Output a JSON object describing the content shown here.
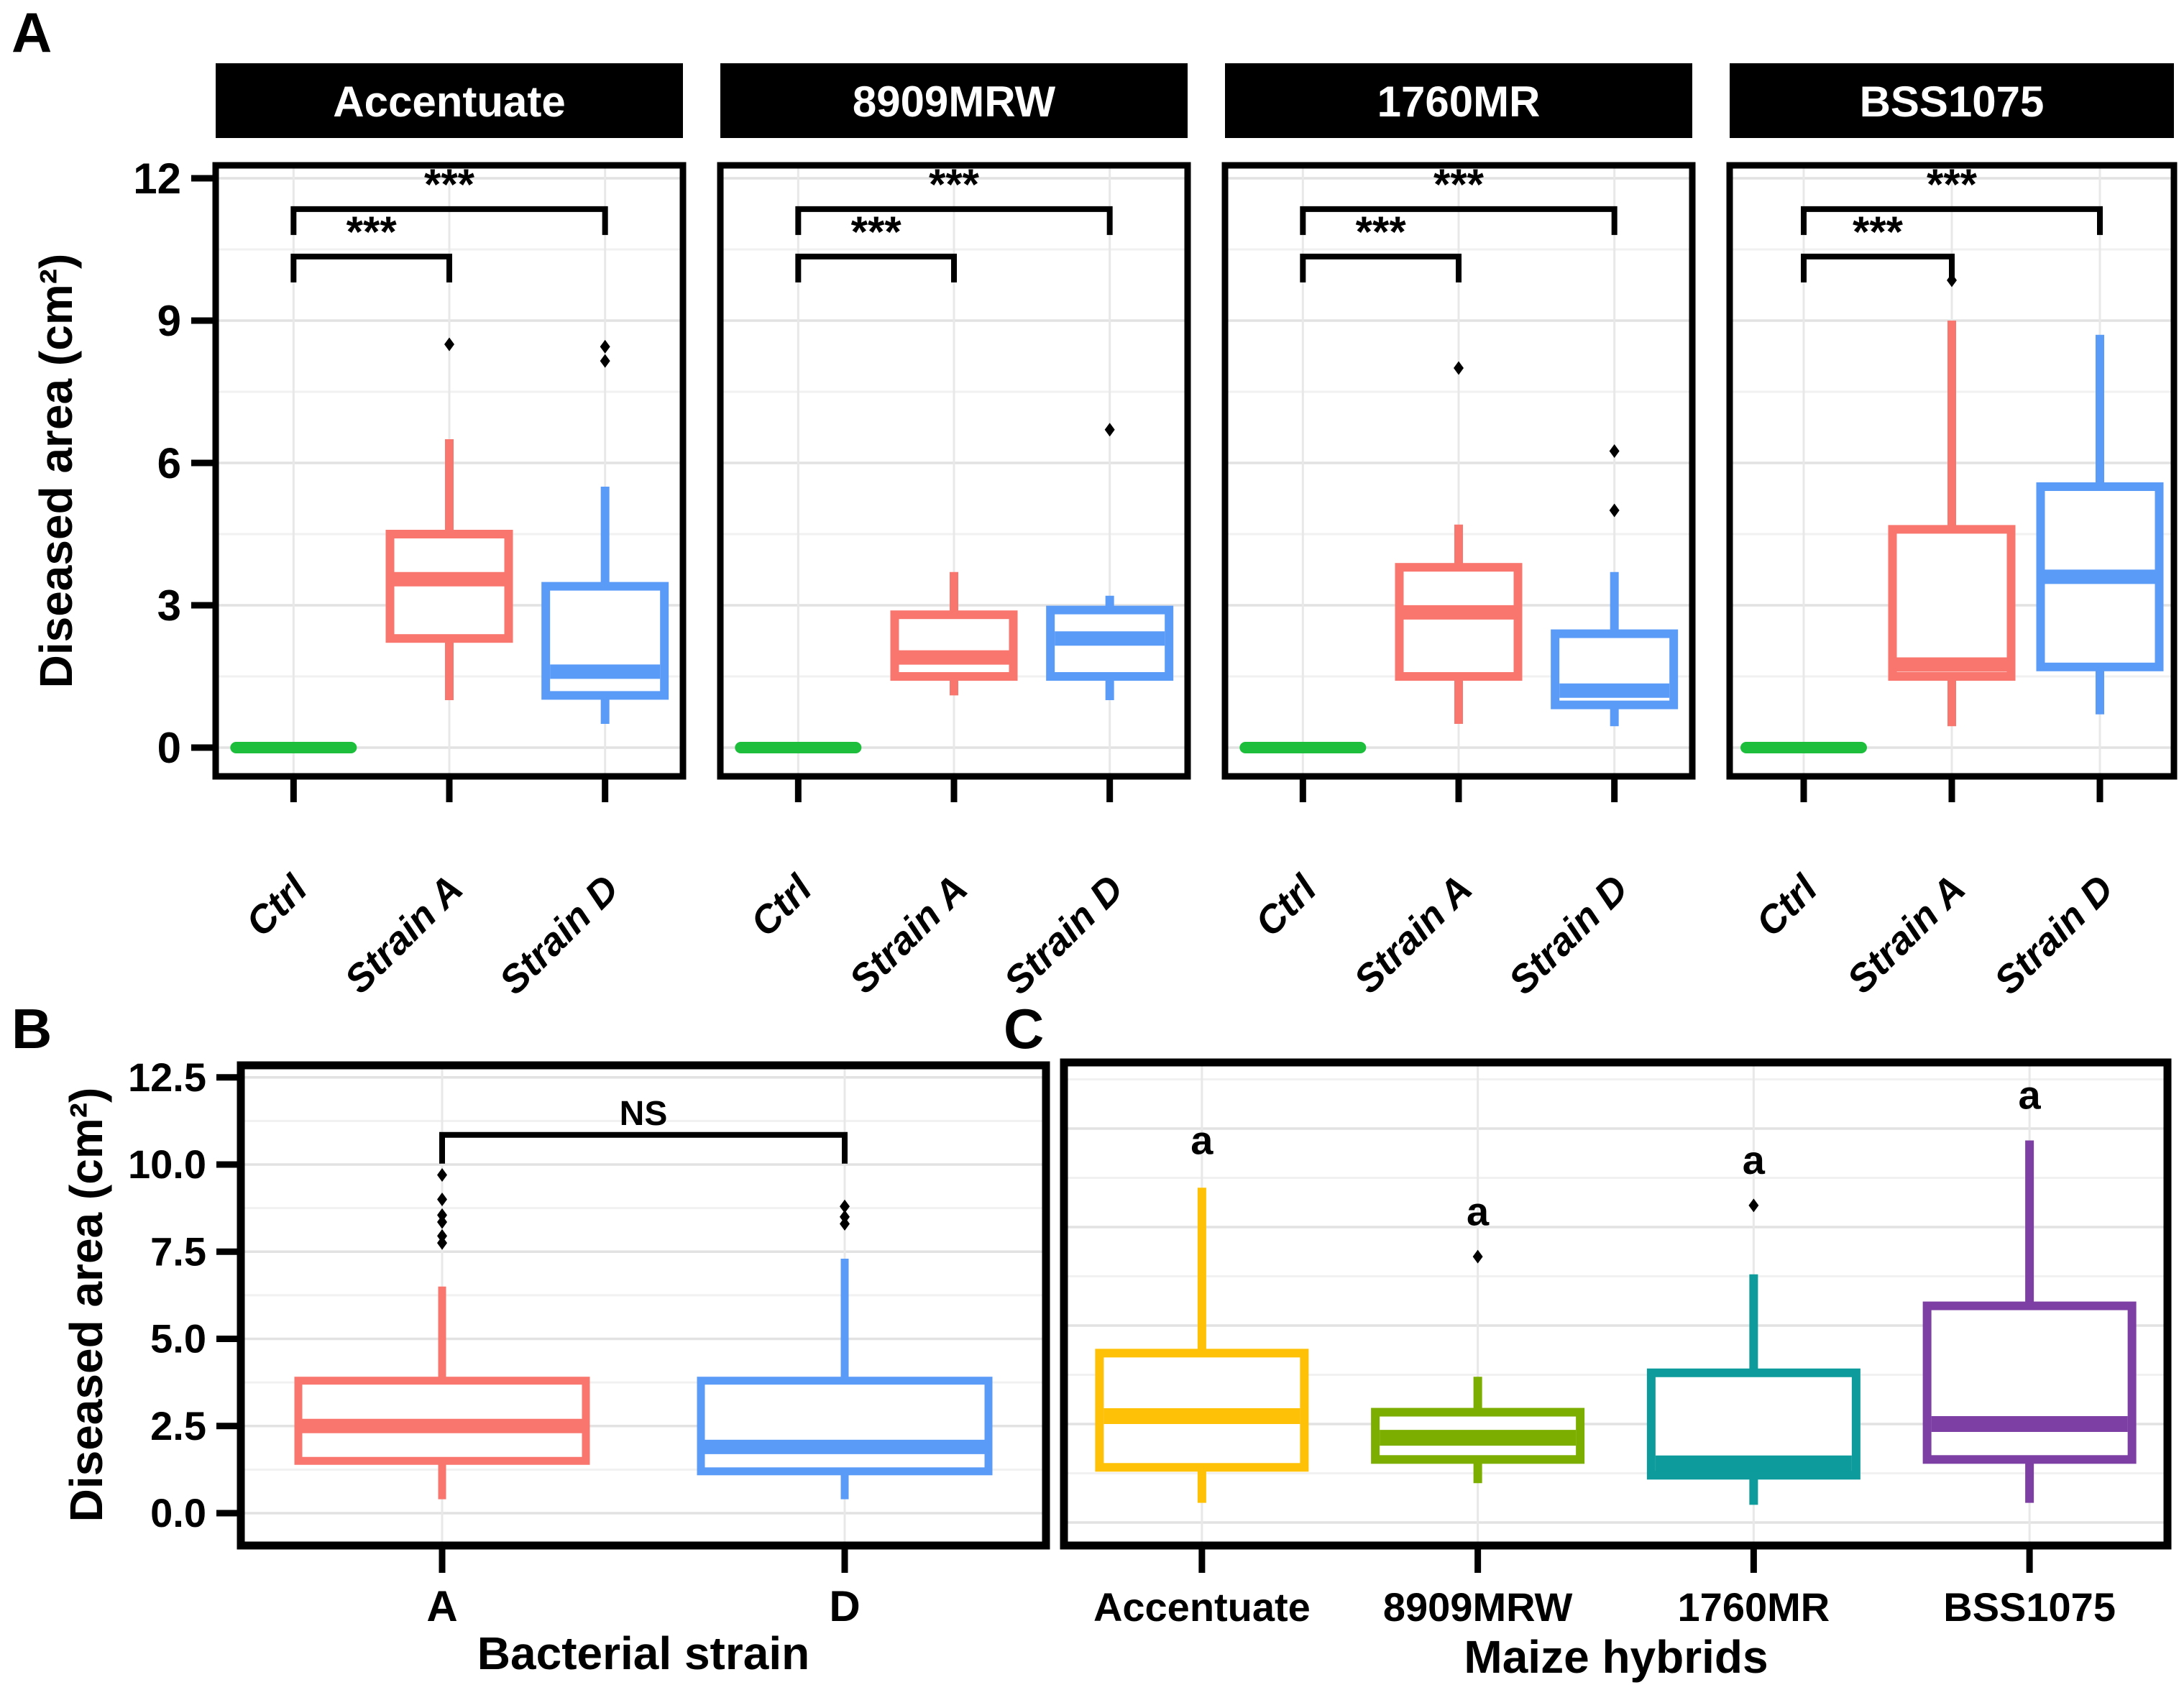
{
  "chart_data": [
    {
      "type": "box",
      "panel_label": "A",
      "ylabel": "Diseased area (cm²)",
      "yticks": [
        0,
        3,
        6,
        9,
        12
      ],
      "ytick_labels": [
        "0",
        "3",
        "6",
        "9",
        "12"
      ],
      "minor_step": 1.5,
      "ylim": [
        -0.6,
        12.25
      ],
      "grid": true,
      "categories": [
        "Ctrl",
        "Strain A",
        "Strain D"
      ],
      "group_colors": {
        "Ctrl": "#1DBE3C",
        "Strain A": "#F8766D",
        "Strain D": "#5B9BF8"
      },
      "significance_brackets": [
        {
          "from": "Ctrl",
          "to": "Strain A",
          "label": "***",
          "y": 10.35
        },
        {
          "from": "Ctrl",
          "to": "Strain D",
          "label": "***",
          "y": 11.35
        }
      ],
      "facets": [
        {
          "title": "Accentuate",
          "boxes": [
            {
              "category": "Ctrl",
              "flat": true,
              "value": 0
            },
            {
              "category": "Strain A",
              "whisker_low": 1.0,
              "q1": 2.3,
              "median": 3.55,
              "q3": 4.5,
              "whisker_high": 6.5,
              "outliers": [
                8.5
              ]
            },
            {
              "category": "Strain D",
              "whisker_low": 0.5,
              "q1": 1.1,
              "median": 1.6,
              "q3": 3.4,
              "whisker_high": 5.5,
              "outliers": [
                8.15,
                8.45
              ]
            }
          ]
        },
        {
          "title": "8909MRW",
          "boxes": [
            {
              "category": "Ctrl",
              "flat": true,
              "value": 0
            },
            {
              "category": "Strain A",
              "whisker_low": 1.1,
              "q1": 1.5,
              "median": 1.9,
              "q3": 2.8,
              "whisker_high": 3.7,
              "outliers": []
            },
            {
              "category": "Strain D",
              "whisker_low": 1.0,
              "q1": 1.5,
              "median": 2.3,
              "q3": 2.9,
              "whisker_high": 3.2,
              "outliers": [
                6.7
              ]
            }
          ]
        },
        {
          "title": "1760MR",
          "boxes": [
            {
              "category": "Ctrl",
              "flat": true,
              "value": 0
            },
            {
              "category": "Strain A",
              "whisker_low": 0.5,
              "q1": 1.5,
              "median": 2.85,
              "q3": 3.8,
              "whisker_high": 4.7,
              "outliers": [
                8.0
              ]
            },
            {
              "category": "Strain D",
              "whisker_low": 0.45,
              "q1": 0.9,
              "median": 1.2,
              "q3": 2.4,
              "whisker_high": 3.7,
              "outliers": [
                5.0,
                6.25
              ]
            }
          ]
        },
        {
          "title": "BSS1075",
          "boxes": [
            {
              "category": "Ctrl",
              "flat": true,
              "value": 0
            },
            {
              "category": "Strain A",
              "whisker_low": 0.45,
              "q1": 1.5,
              "median": 1.75,
              "q3": 4.6,
              "whisker_high": 9.0,
              "outliers": [
                9.85
              ]
            },
            {
              "category": "Strain D",
              "whisker_low": 0.7,
              "q1": 1.7,
              "median": 3.6,
              "q3": 5.5,
              "whisker_high": 8.7,
              "outliers": []
            }
          ]
        }
      ]
    },
    {
      "type": "box",
      "panel_label": "B",
      "ylabel": "Diseased area (cm²)",
      "xlabel": "Bacterial strain",
      "yticks": [
        0,
        2.5,
        5,
        7.5,
        10,
        12.5
      ],
      "ytick_labels": [
        "0.0",
        "2.5",
        "5.0",
        "7.5",
        "10.0",
        "12.5"
      ],
      "minor_step": 1.25,
      "ylim": [
        -0.85,
        12.9
      ],
      "grid": true,
      "categories": [
        "A",
        "D"
      ],
      "boxes": [
        {
          "category": "A",
          "color": "#F8766D",
          "whisker_low": 0.4,
          "q1": 1.5,
          "median": 2.5,
          "q3": 3.8,
          "whisker_high": 6.5,
          "outliers": [
            7.75,
            7.95,
            8.35,
            8.55,
            9.0,
            9.7
          ]
        },
        {
          "category": "D",
          "color": "#5B9BF8",
          "whisker_low": 0.4,
          "q1": 1.2,
          "median": 1.9,
          "q3": 3.8,
          "whisker_high": 7.3,
          "outliers": [
            8.3,
            8.5,
            8.8
          ]
        }
      ],
      "significance_brackets": [
        {
          "from": "A",
          "to": "D",
          "label": "NS",
          "y": 10.85
        }
      ]
    },
    {
      "type": "box",
      "panel_label": "C",
      "xlabel": "Maize hybrids",
      "yticks": [
        0,
        2.5,
        5,
        7.5,
        10
      ],
      "ytick_labels": [],
      "minor_step": 1.25,
      "ylim": [
        -0.55,
        11.75
      ],
      "grid": true,
      "categories": [
        "Accentuate",
        "8909MRW",
        "1760MR",
        "BSS1075"
      ],
      "boxes": [
        {
          "category": "Accentuate",
          "color": "#FFC107",
          "whisker_low": 0.5,
          "q1": 1.4,
          "median": 2.7,
          "q3": 4.3,
          "whisker_high": 8.5,
          "outliers": [],
          "letter": "a",
          "letter_y": 9.35
        },
        {
          "category": "8909MRW",
          "color": "#7CAE00",
          "whisker_low": 1.0,
          "q1": 1.6,
          "median": 2.15,
          "q3": 2.8,
          "whisker_high": 3.7,
          "outliers": [
            6.75
          ],
          "letter": "a",
          "letter_y": 7.55
        },
        {
          "category": "1760MR",
          "color": "#0D9B9B",
          "whisker_low": 0.45,
          "q1": 1.2,
          "median": 1.5,
          "q3": 3.8,
          "whisker_high": 6.3,
          "outliers": [
            8.05
          ],
          "letter": "a",
          "letter_y": 8.85
        },
        {
          "category": "BSS1075",
          "color": "#7D3FA4",
          "whisker_low": 0.5,
          "q1": 1.6,
          "median": 2.5,
          "q3": 5.5,
          "whisker_high": 9.7,
          "outliers": [],
          "letter": "a",
          "letter_y": 10.5
        }
      ]
    }
  ],
  "style": {
    "facet_title_bg": "#000000",
    "facet_title_color": "#FFFFFF",
    "grid_major": "#E2E2E2",
    "grid_minor": "#F1F1F1",
    "grid_vertical": "#E8E8E8",
    "border_color": "#000000"
  }
}
